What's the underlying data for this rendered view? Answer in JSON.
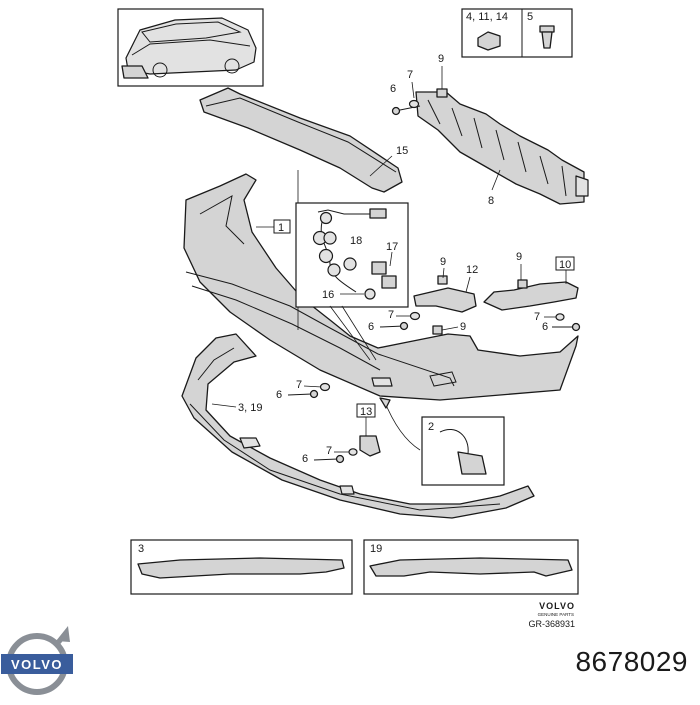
{
  "callouts": {
    "top_fastener_kits": "4, 11, 14",
    "top_clip": "5",
    "c7a": "7",
    "c9a": "9",
    "c6a": "6",
    "c15": "15",
    "c8": "8",
    "c1": "1",
    "c18": "18",
    "c17": "17",
    "c16": "16",
    "c9b": "9",
    "c12": "12",
    "c9c": "9",
    "c10": "10",
    "c7b": "7",
    "c9d": "9",
    "c6b": "6",
    "c7c": "7",
    "c6c": "6",
    "c7d": "7",
    "c6d": "6",
    "c7e": "7",
    "c6e": "6",
    "c3_19": "3, 19",
    "c13": "13",
    "c2": "2",
    "variant_3": "3",
    "variant_19": "19"
  },
  "drawing_brand": "VOLVO",
  "drawing_brand_sub": "GENUINE PARTS",
  "drawing_id": "GR-368931",
  "logo_text": "VOLVO",
  "part_number": "8678029",
  "colors": {
    "ink": "#1a1a1a",
    "part_fill": "#d4d4d4",
    "logo_blue": "#3a5d9c",
    "logo_grey": "#8a8f96"
  }
}
